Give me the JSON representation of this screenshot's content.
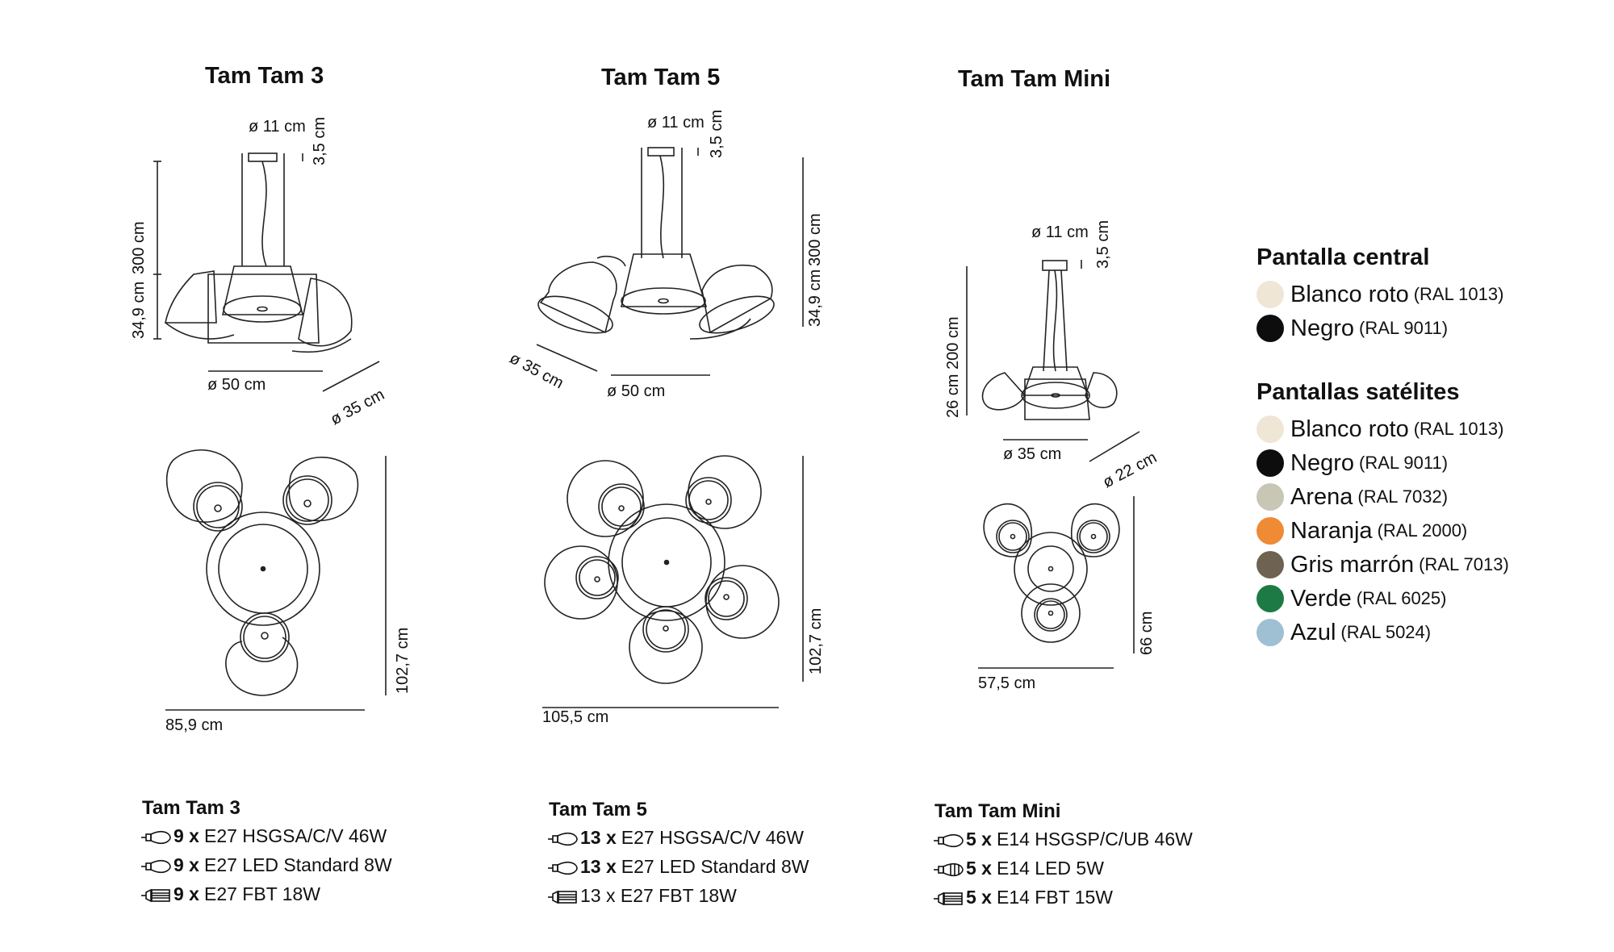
{
  "products": [
    {
      "title": "Tam Tam 3",
      "dims": {
        "top_diameter": "ø 11 cm",
        "top_height": "3,5 cm",
        "cable": "300 cm",
        "height": "34,9 cm",
        "width": "ø 50  cm",
        "satellite": "ø 35 cm",
        "plan_height": "102,7 cm",
        "plan_width": "85,9 cm"
      }
    },
    {
      "title": "Tam Tam 5",
      "dims": {
        "top_diameter": "ø 11 cm",
        "top_height": "3,5 cm",
        "cable": "300 cm",
        "height": "34,9 cm",
        "width": "ø 50 cm",
        "satellite": "ø 35 cm",
        "plan_height": "102,7 cm",
        "plan_width": "105,5 cm"
      }
    },
    {
      "title": "Tam Tam Mini",
      "dims": {
        "top_diameter": "ø 11 cm",
        "top_height": "3,5 cm",
        "cable": "200 cm",
        "height": "26 cm",
        "width": "ø 35 cm",
        "satellite": "ø 22 cm",
        "plan_height": "66 cm",
        "plan_width": "57,5 cm"
      }
    }
  ],
  "legend": {
    "central_title": "Pantalla central",
    "central": [
      {
        "name": "Blanco roto",
        "ral": "(RAL 1013)",
        "color": "#efe6d6"
      },
      {
        "name": "Negro",
        "ral": "(RAL 9011)",
        "color": "#0d0d0d"
      }
    ],
    "satellite_title": "Pantallas satélites",
    "satellites": [
      {
        "name": "Blanco roto",
        "ral": "(RAL 1013)",
        "color": "#efe6d6"
      },
      {
        "name": "Negro",
        "ral": "(RAL 9011)",
        "color": "#0d0d0d"
      },
      {
        "name": "Arena",
        "ral": "(RAL 7032)",
        "color": "#c8c6b4"
      },
      {
        "name": "Naranja",
        "ral": "(RAL 2000)",
        "color": "#ef8a35"
      },
      {
        "name": "Gris marrón",
        "ral": "(RAL 7013)",
        "color": "#6e6250"
      },
      {
        "name": "Verde",
        "ral": "(RAL 6025)",
        "color": "#1e7a45"
      },
      {
        "name": "Azul",
        "ral": "(RAL 5024)",
        "color": "#9fbfd2"
      }
    ]
  },
  "specs": [
    {
      "title": "Tam Tam 3",
      "lines": [
        {
          "icon": "bulb-icon",
          "qty": "9 x",
          "text": "E27 HSGSA/C/V 46W"
        },
        {
          "icon": "bulb-icon",
          "qty": "9 x",
          "text": "E27 LED Standard 8W"
        },
        {
          "icon": "fluorescent-bulb-icon",
          "qty": "9 x",
          "text": "E27 FBT 18W"
        }
      ]
    },
    {
      "title": "Tam Tam 5",
      "lines": [
        {
          "icon": "bulb-icon",
          "qty": "13 x",
          "text": "E27 HSGSA/C/V 46W"
        },
        {
          "icon": "bulb-icon",
          "qty": "13 x",
          "text": "E27 LED Standard 8W"
        },
        {
          "icon": "fluorescent-bulb-icon",
          "qty": "",
          "text": "13 x E27 FBT 18W"
        }
      ]
    },
    {
      "title": "Tam Tam Mini",
      "lines": [
        {
          "icon": "bulb-icon",
          "qty": "5 x",
          "text": "E14 HSGSP/C/UB 46W"
        },
        {
          "icon": "led-bulb-icon",
          "qty": "5 x",
          "text": "E14 LED 5W"
        },
        {
          "icon": "fluorescent-bulb-icon",
          "qty": "5 x",
          "text": "E14 FBT 15W"
        }
      ]
    }
  ]
}
